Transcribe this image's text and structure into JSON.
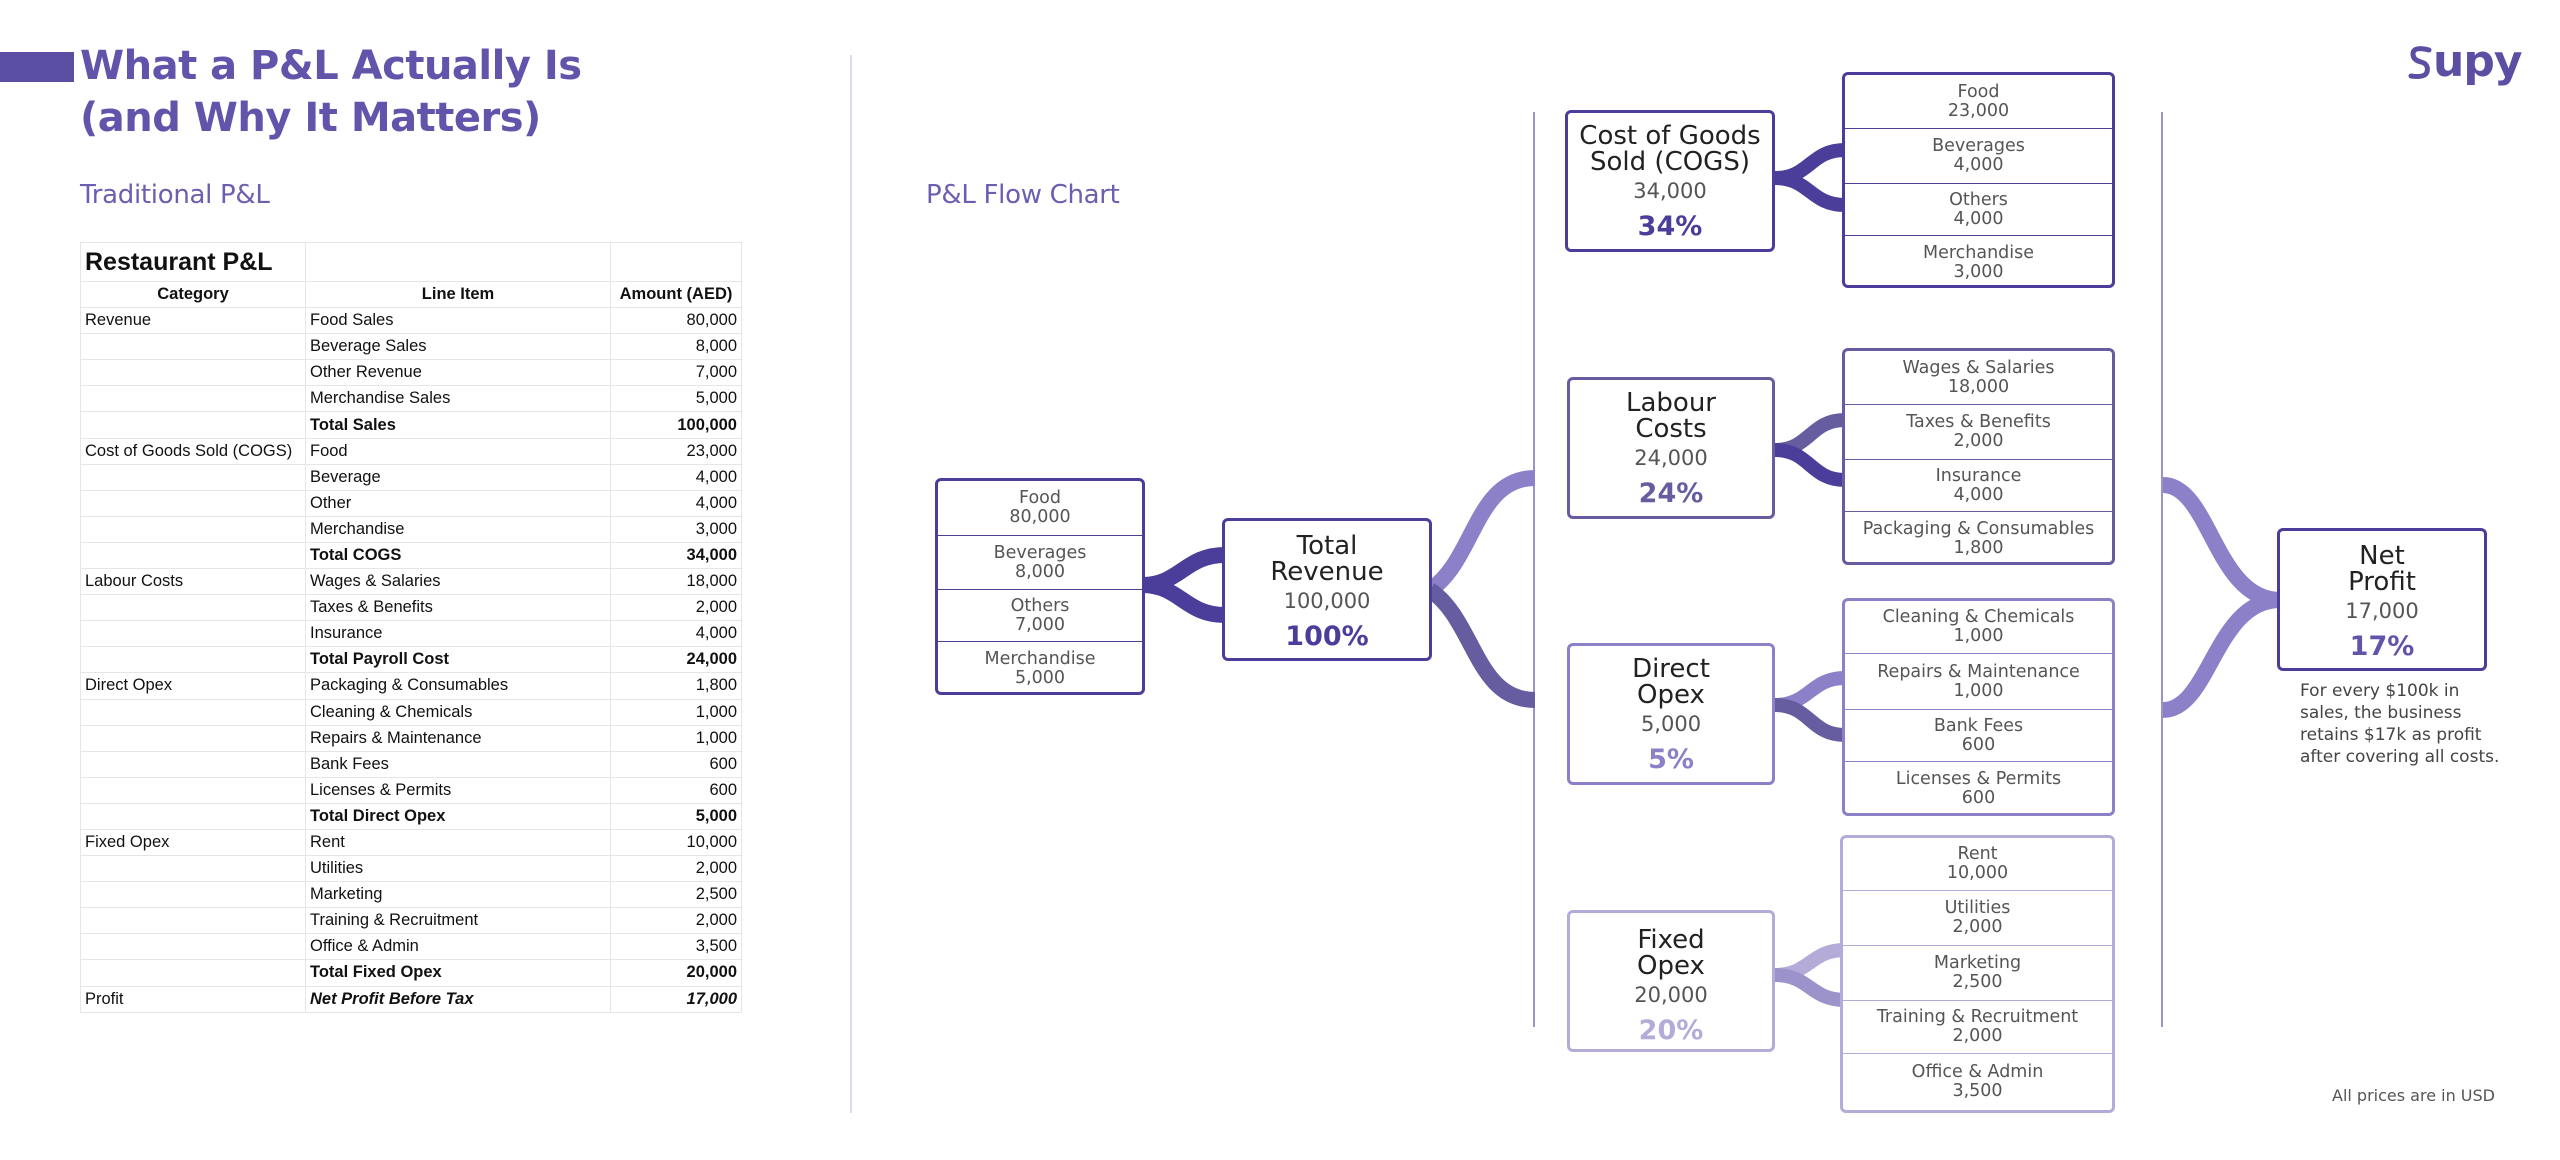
{
  "header": {
    "title_line1": "What a P&L Actually Is",
    "title_line2": "(and Why It Matters)",
    "logo_text": "upy",
    "logo_icon": "supy-swirl-icon"
  },
  "table_section": {
    "label": "Traditional P&L",
    "title": "Restaurant P&L",
    "columns": [
      "Category",
      "Line Item",
      "Amount (AED)"
    ],
    "rows": [
      {
        "category": "Revenue",
        "item": "Food Sales",
        "amount": "80,000"
      },
      {
        "category": "",
        "item": "Beverage Sales",
        "amount": "8,000"
      },
      {
        "category": "",
        "item": "Other Revenue",
        "amount": "7,000"
      },
      {
        "category": "",
        "item": "Merchandise Sales",
        "amount": "5,000"
      },
      {
        "category": "",
        "item": "Total Sales",
        "amount": "100,000"
      },
      {
        "category": "Cost of Goods Sold (COGS)",
        "item": "Food",
        "amount": "23,000"
      },
      {
        "category": "",
        "item": "Beverage",
        "amount": "4,000"
      },
      {
        "category": "",
        "item": "Other",
        "amount": "4,000"
      },
      {
        "category": "",
        "item": "Merchandise",
        "amount": "3,000"
      },
      {
        "category": "",
        "item": "Total COGS",
        "amount": "34,000"
      },
      {
        "category": "Labour Costs",
        "item": "Wages & Salaries",
        "amount": "18,000"
      },
      {
        "category": "",
        "item": "Taxes & Benefits",
        "amount": "2,000"
      },
      {
        "category": "",
        "item": "Insurance",
        "amount": "4,000"
      },
      {
        "category": "",
        "item": "Total Payroll Cost",
        "amount": "24,000"
      },
      {
        "category": "Direct Opex",
        "item": "Packaging & Consumables",
        "amount": "1,800"
      },
      {
        "category": "",
        "item": "Cleaning & Chemicals",
        "amount": "1,000"
      },
      {
        "category": "",
        "item": "Repairs & Maintenance",
        "amount": "1,000"
      },
      {
        "category": "",
        "item": "Bank Fees",
        "amount": "600"
      },
      {
        "category": "",
        "item": "Licenses & Permits",
        "amount": "600"
      },
      {
        "category": "",
        "item": "Total Direct Opex",
        "amount": "5,000"
      },
      {
        "category": "Fixed Opex",
        "item": "Rent",
        "amount": "10,000"
      },
      {
        "category": "",
        "item": "Utilities",
        "amount": "2,000"
      },
      {
        "category": "",
        "item": "Marketing",
        "amount": "2,500"
      },
      {
        "category": "",
        "item": "Training & Recruitment",
        "amount": "2,000"
      },
      {
        "category": "",
        "item": "Office & Admin",
        "amount": "3,500"
      },
      {
        "category": "",
        "item": "Total Fixed Opex",
        "amount": "20,000"
      },
      {
        "category": "Profit",
        "item": "Net Profit Before Tax",
        "amount": "17,000"
      }
    ]
  },
  "flow_section": {
    "label": "P&L Flow Chart",
    "revenue_items": [
      {
        "name": "Food",
        "value": "80,000"
      },
      {
        "name": "Beverages",
        "value": "8,000"
      },
      {
        "name": "Others",
        "value": "7,000"
      },
      {
        "name": "Merchandise",
        "value": "5,000"
      }
    ],
    "total_revenue": {
      "name_line1": "Total",
      "name_line2": "Revenue",
      "value": "100,000",
      "pct": "100%"
    },
    "cogs": {
      "name_line1": "Cost of Goods",
      "name_line2": "Sold (COGS)",
      "value": "34,000",
      "pct": "34%",
      "color": "#4b3e9a",
      "items": [
        {
          "name": "Food",
          "value": "23,000"
        },
        {
          "name": "Beverages",
          "value": "4,000"
        },
        {
          "name": "Others",
          "value": "4,000"
        },
        {
          "name": "Merchandise",
          "value": "3,000"
        }
      ]
    },
    "labour": {
      "name_line1": "Labour",
      "name_line2": "Costs",
      "value": "24,000",
      "pct": "24%",
      "color": "#655d9f",
      "items": [
        {
          "name": "Wages & Salaries",
          "value": "18,000"
        },
        {
          "name": "Taxes & Benefits",
          "value": "2,000"
        },
        {
          "name": "Insurance",
          "value": "4,000"
        },
        {
          "name": "Packaging & Consumables",
          "value": "1,800"
        }
      ]
    },
    "direct_opex": {
      "name_line1": "Direct",
      "name_line2": "Opex",
      "value": "5,000",
      "pct": "5%",
      "color": "#8c80c9",
      "items": [
        {
          "name": "Cleaning & Chemicals",
          "value": "1,000"
        },
        {
          "name": "Repairs & Maintenance",
          "value": "1,000"
        },
        {
          "name": "Bank Fees",
          "value": "600"
        },
        {
          "name": "Licenses & Permits",
          "value": "600"
        }
      ]
    },
    "fixed_opex": {
      "name_line1": "Fixed",
      "name_line2": "Opex",
      "value": "20,000",
      "pct": "20%",
      "color": "#b5abd9",
      "items": [
        {
          "name": "Rent",
          "value": "10,000"
        },
        {
          "name": "Utilities",
          "value": "2,000"
        },
        {
          "name": "Marketing",
          "value": "2,500"
        },
        {
          "name": "Training & Recruitment",
          "value": "2,000"
        },
        {
          "name": "Office & Admin",
          "value": "3,500"
        }
      ]
    },
    "net_profit": {
      "name_line1": "Net",
      "name_line2": "Profit",
      "value": "17,000",
      "pct": "17%",
      "note": "For every $100k in sales, the business retains $17k as profit after covering all costs."
    }
  },
  "footnote": "All prices are in USD",
  "colors": {
    "brand": "#5a4fa3",
    "title": "#6254ab",
    "dark_purple": "#4b3e9a"
  }
}
